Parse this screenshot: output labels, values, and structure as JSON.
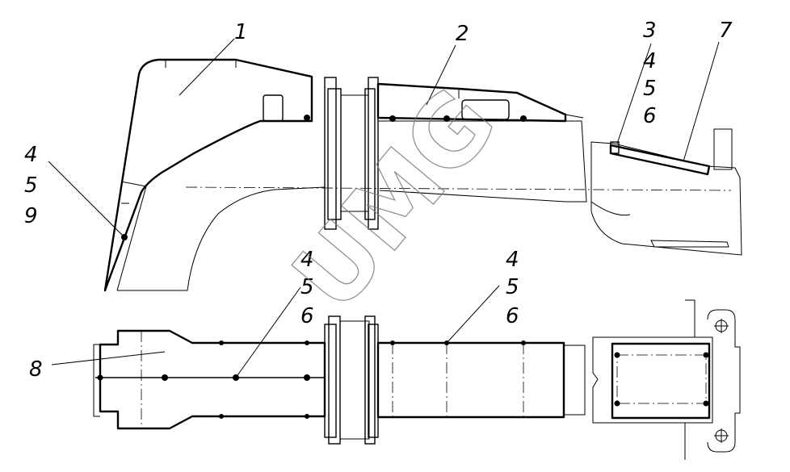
{
  "callouts": {
    "c1": "1",
    "c2": "2",
    "c3_stack": [
      "3",
      "4",
      "5",
      "6"
    ],
    "c7": "7",
    "c4_5_9": [
      "4",
      "5",
      "9"
    ],
    "c4_5_6_left": [
      "4",
      "5",
      "6"
    ],
    "c4_5_6_right": [
      "4",
      "5",
      "6"
    ],
    "c8": "8"
  },
  "watermark": "UMG"
}
